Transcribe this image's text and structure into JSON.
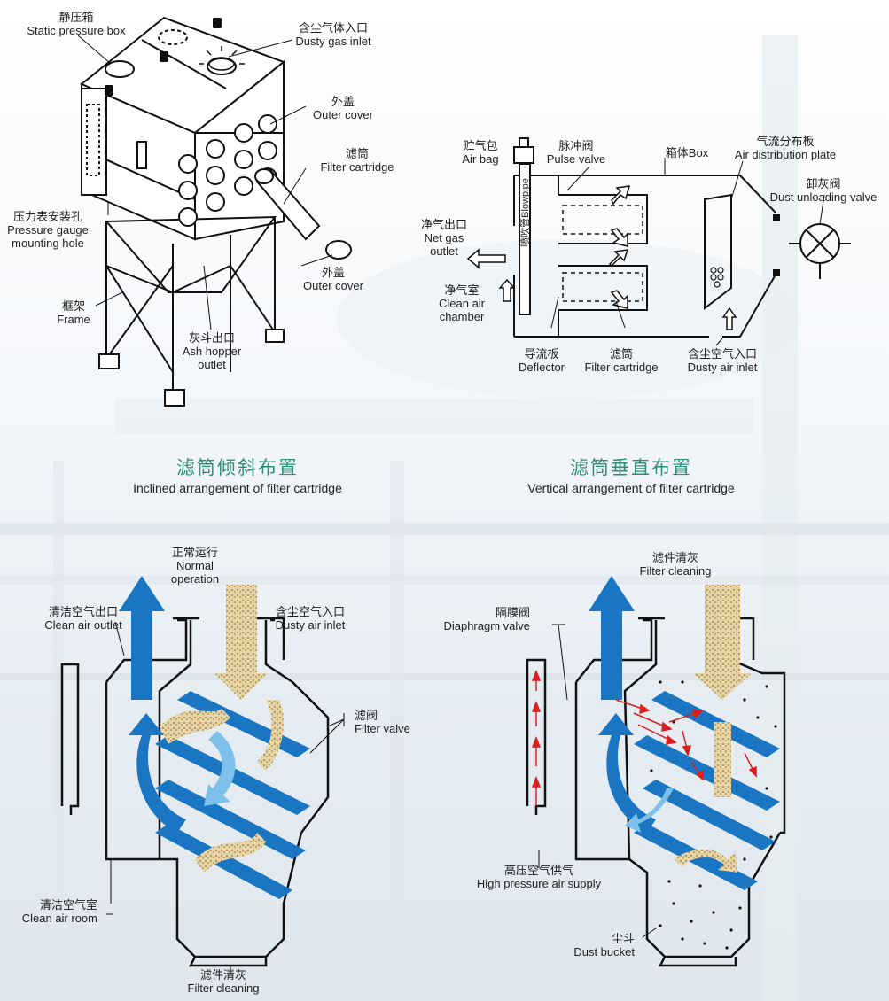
{
  "top_left": {
    "static_pressure_box": {
      "zh": "静压箱",
      "en": "Static pressure box"
    },
    "dusty_gas_inlet": {
      "zh": "含尘气体入口",
      "en": "Dusty gas inlet"
    },
    "outer_cover_1": {
      "zh": "外盖",
      "en": "Outer cover"
    },
    "filter_cartridge": {
      "zh": "滤筒",
      "en": "Filter cartridge"
    },
    "pressure_gauge": {
      "zh": "压力表安装孔",
      "en1": "Pressure gauge",
      "en2": "mounting hole"
    },
    "outer_cover_2": {
      "zh": "外盖",
      "en": "Outer cover"
    },
    "frame": {
      "zh": "框架",
      "en": "Frame"
    },
    "ash_hopper": {
      "zh": "灰斗出口",
      "en1": "Ash hopper",
      "en2": "outlet"
    }
  },
  "top_right": {
    "air_bag": {
      "zh": "贮气包",
      "en": "Air bag"
    },
    "pulse_valve": {
      "zh": "脉冲阀",
      "en": "Pulse valve"
    },
    "box": {
      "text": "箱体Box"
    },
    "air_distribution": {
      "zh": "气流分布板",
      "en": "Air distribution plate"
    },
    "dust_unloading": {
      "zh": "卸灰阀",
      "en": "Dust unloading valve"
    },
    "net_gas_outlet": {
      "zh": "净气出口",
      "en1": "Net gas",
      "en2": "outlet"
    },
    "blowpipe": {
      "text": "喷吹管Blowpipe"
    },
    "clean_air_chamber": {
      "zh": "净气室",
      "en1": "Clean air",
      "en2": "chamber"
    },
    "deflector": {
      "zh": "导流板",
      "en": "Deflector"
    },
    "filter_cartridge": {
      "zh": "滤筒",
      "en": "Filter cartridge"
    },
    "dusty_air_inlet": {
      "zh": "含尘空气入口",
      "en": "Dusty air inlet"
    }
  },
  "inclined": {
    "title": {
      "zh": "滤筒倾斜布置",
      "en": "Inclined arrangement of filter cartridge"
    },
    "normal_operation": {
      "zh": "正常运行",
      "en1": "Normal",
      "en2": "operation"
    },
    "clean_air_outlet": {
      "zh": "清洁空气出口",
      "en": "Clean air outlet"
    },
    "dusty_air_inlet": {
      "zh": "含尘空气入口",
      "en": "Dusty air inlet"
    },
    "filter_valve": {
      "zh": "滤阀",
      "en": "Filter valve"
    },
    "clean_air_room": {
      "zh": "清洁空气室",
      "en": "Clean air room"
    },
    "filter_cleaning": {
      "zh": "滤件清灰",
      "en": "Filter cleaning"
    }
  },
  "vertical": {
    "title": {
      "zh": "滤筒垂直布置",
      "en": "Vertical arrangement of filter cartridge"
    },
    "filter_cleaning": {
      "zh": "滤件清灰",
      "en": "Filter cleaning"
    },
    "diaphragm_valve": {
      "zh": "隔膜阀",
      "en": "Diaphragm valve"
    },
    "high_pressure": {
      "zh": "高压空气供气",
      "en": "High pressure air supply"
    },
    "dust_bucket": {
      "zh": "尘斗",
      "en": "Dust bucket"
    }
  },
  "colors": {
    "accent_blue": "#1a76c2",
    "light_blue": "#7dc1ea",
    "dust": "#d9c08a",
    "title_green": "#2b8f7c",
    "red_arrow": "#d82020"
  }
}
